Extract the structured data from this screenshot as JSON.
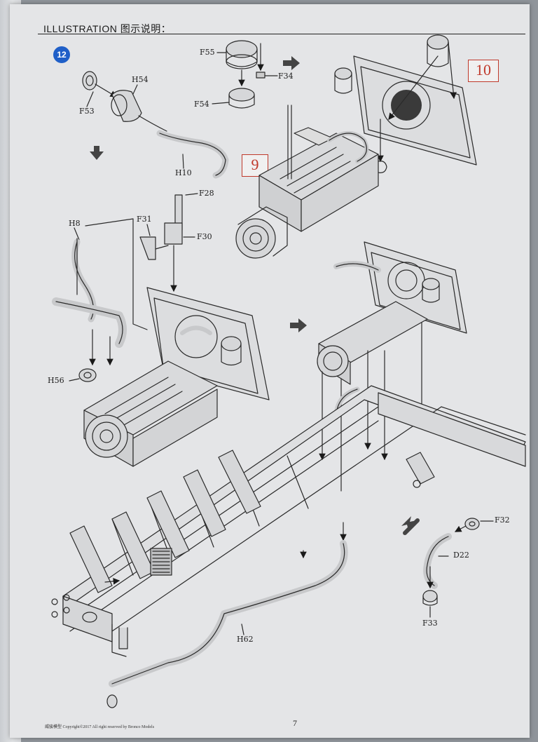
{
  "header": {
    "title": "ILLUSTRATION 图示说明："
  },
  "step_number": "12",
  "reference_boxes": {
    "box_9": "9",
    "box_10": "10"
  },
  "part_labels": {
    "F53": "F53",
    "H54": "H54",
    "H10": "H10",
    "F55": "F55",
    "F34": "F34",
    "F54": "F54",
    "F28": "F28",
    "F31": "F31",
    "F30": "F30",
    "H8": "H8",
    "H56": "H56",
    "H62": "H62",
    "F32": "F32",
    "D22": "D22",
    "F33": "F33"
  },
  "footer": {
    "copyright": "威骏模型 Copyright©2017 All right reserved by Bronco Models",
    "page_number": "7"
  },
  "colors": {
    "step_badge": "#1f5fc8",
    "reference_box": "#c0392b",
    "line_art": "#2a2a2a"
  }
}
